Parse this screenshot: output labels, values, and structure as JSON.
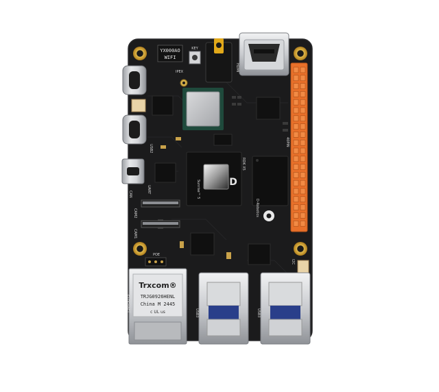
{
  "board": {
    "wifi_module_label_line1": "YX000AO",
    "wifi_module_label_line2": "WIFI",
    "silk_key": "KEY",
    "silk_ipex": "IPEX",
    "silk_hdmi": "HDMI",
    "silk_usb2": "USB2",
    "silk_uart": "UART",
    "silk_can": "CAN",
    "silk_cam2": "CAM2",
    "silk_cam1": "CAM1",
    "silk_poe": "POE",
    "silk_ethernet": "ETHERNET",
    "silk_usb3_a": "USB3",
    "silk_usb3_b": "USB3",
    "silk_i2c": "I2C",
    "silk_gpio": "40PIN",
    "soc_brand": "Sunrise™ 5",
    "soc_logo_letter": "D",
    "board_model": "RDK X5",
    "board_maker": "D-Robotics",
    "mag_brand": "Trxcom®",
    "mag_part": "TRJG0926HENL",
    "mag_origin": "China M 2445",
    "mag_cert": "c UL us",
    "colors": {
      "pcb": "#1b1b1c",
      "header": "#e8702a",
      "gold": "#c99a2e",
      "metal": "#c9cbcf"
    },
    "header_pin_rows": 20
  }
}
